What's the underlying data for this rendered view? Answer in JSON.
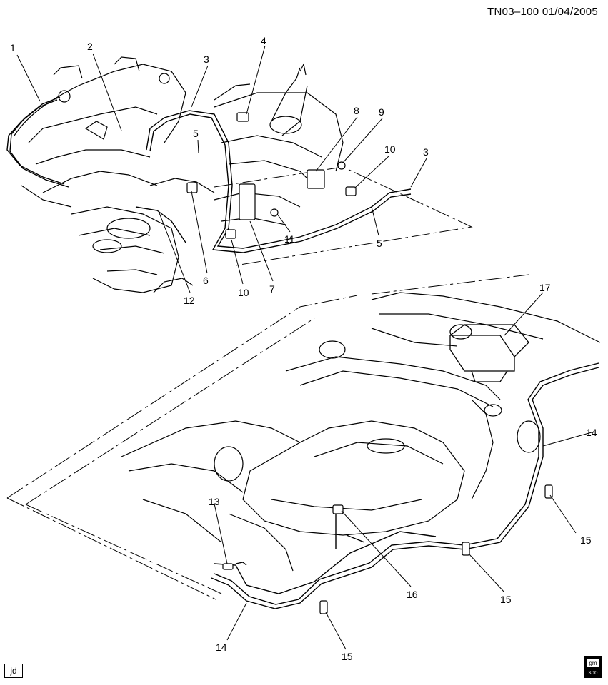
{
  "header": {
    "code": "TN03–100",
    "date": "01/04/2005"
  },
  "corner_tag": "jd",
  "logo": {
    "top": "gm",
    "bottom": "spo"
  },
  "callouts": [
    "1",
    "2",
    "3",
    "4",
    "5",
    "8",
    "9",
    "10",
    "3",
    "5",
    "11",
    "6",
    "10",
    "7",
    "12",
    "17",
    "14",
    "15",
    "13",
    "16",
    "15",
    "14",
    "15"
  ]
}
